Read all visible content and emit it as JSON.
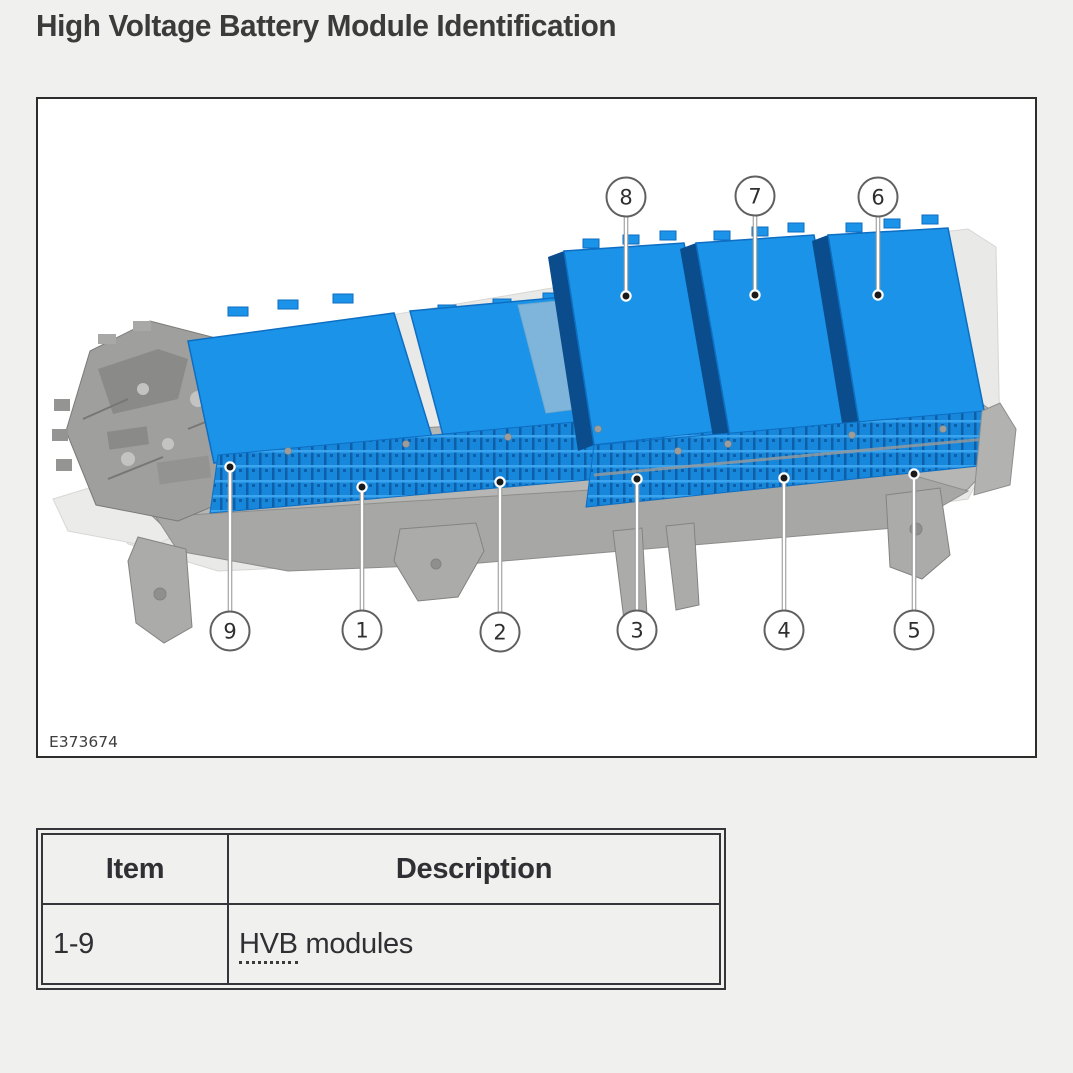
{
  "page": {
    "title": "High Voltage Battery Module Identification"
  },
  "figure": {
    "code": "E373674",
    "description": "Isometric illustration of the high voltage battery pack: gray carrier frame with nine blue HVB modules, numbered callouts 1-9",
    "callouts": [
      "1",
      "2",
      "3",
      "4",
      "5",
      "6",
      "7",
      "8",
      "9"
    ],
    "colors": {
      "module_blue": "#1b93e8",
      "module_blue_dark": "#0b4d8c",
      "cell_blue": "#1787dc",
      "frame_gray": "#b6b6b4",
      "page_background": "#f0f0ee"
    }
  },
  "table": {
    "headers": [
      "Item",
      "Description"
    ],
    "rows": [
      {
        "item": "1-9",
        "description_abbr": "HVB",
        "description_rest": " modules"
      }
    ]
  }
}
